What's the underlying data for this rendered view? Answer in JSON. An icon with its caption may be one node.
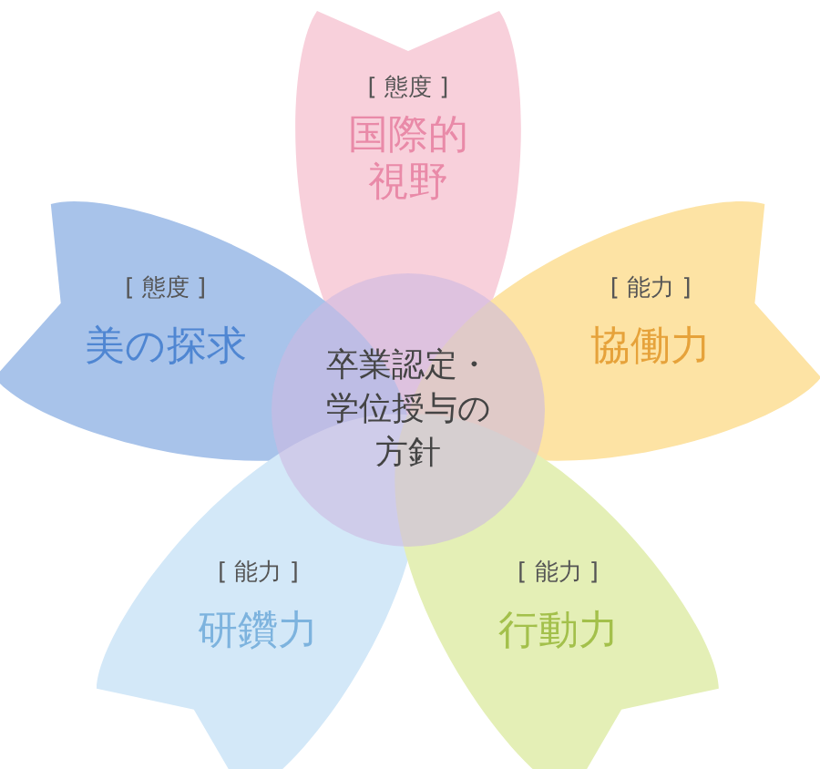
{
  "diagram": {
    "nodes": [
      {
        "text": [
          "[ 態度 ]",
          "国際的視野"
        ]
      },
      {
        "text": [
          "[ 態度 ]",
          "美の探求"
        ]
      },
      {
        "text": [
          "卒業認定・学位授与の方針"
        ]
      },
      {
        "text": [
          "[ 能力 ]",
          "協働力"
        ]
      },
      {
        "text": [
          "[ 能力 ]",
          "研鑽力"
        ]
      },
      {
        "text": [
          "[ 能力 ]",
          "行動力"
        ]
      }
    ]
  }
}
